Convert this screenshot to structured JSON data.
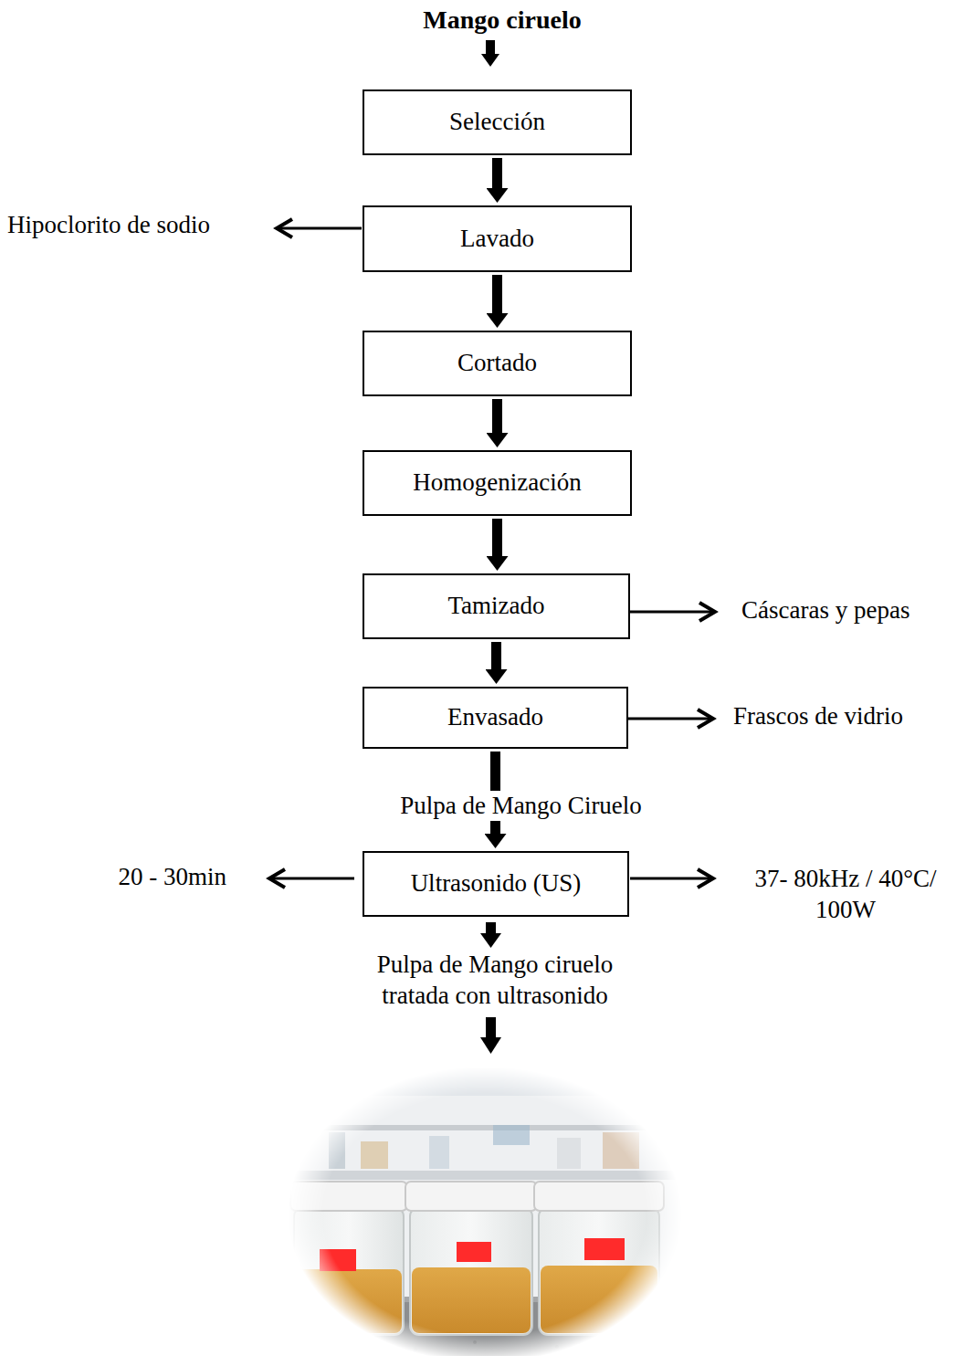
{
  "diagram": {
    "title": "Mango ciruelo",
    "nodes": [
      {
        "text": [
          "Selección"
        ]
      },
      {
        "text": [
          "Lavado"
        ]
      },
      {
        "text": [
          "Cortado"
        ]
      },
      {
        "text": [
          "Homogenización"
        ]
      },
      {
        "text": [
          "Tamizado"
        ]
      },
      {
        "text": [
          "Envasado"
        ]
      },
      {
        "text": [
          "Ultrasonido (US)"
        ]
      }
    ],
    "edges": [
      {
        "from": 0,
        "to": 1,
        "arrow": "to"
      },
      {
        "from": 1,
        "to": 2,
        "arrow": "to"
      },
      {
        "from": 2,
        "to": 3,
        "arrow": "to"
      },
      {
        "from": 3,
        "to": 4,
        "arrow": "to"
      },
      {
        "from": 4,
        "to": 5,
        "arrow": "to"
      },
      {
        "from": 5,
        "to": 6,
        "label": "Pulpa de Mango Ciruelo",
        "arrow": "to"
      }
    ],
    "labels": [
      "Hipoclorito de sodio",
      "Cáscaras y pepas",
      "Frascos de vidrio",
      "20 - 30min",
      "37- 80kHz / 40°C/ 100W",
      "Pulpa de Mango ciruelo tratada con ultrasonido"
    ]
  }
}
